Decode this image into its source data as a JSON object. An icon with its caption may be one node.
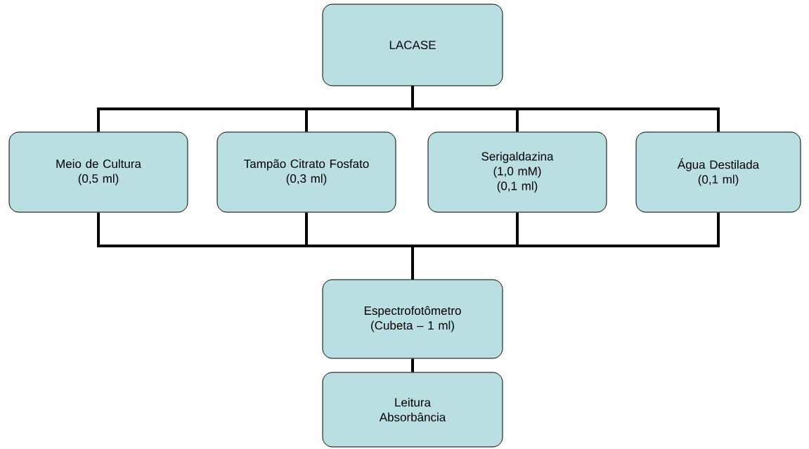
{
  "diagram": {
    "nodes": [
      {
        "text": [
          "LACASE"
        ]
      },
      {
        "text": [
          "Meio de Cultura",
          "(0,5 ml)"
        ]
      },
      {
        "text": [
          "Tampão Citrato Fosfato",
          "(0,3 ml)"
        ]
      },
      {
        "text": [
          "Serigaldazina",
          "(1,0 mM)",
          "(0,1 ml)"
        ]
      },
      {
        "text": [
          "Água Destilada",
          "(0,1 ml)"
        ]
      },
      {
        "text": [
          "Espectrofotômetro",
          "(Cubeta – 1 ml)"
        ]
      },
      {
        "text": [
          "Leitura",
          "Absorbância"
        ]
      }
    ],
    "edges": [
      {
        "from": 0,
        "to": 1,
        "arrow": "none"
      },
      {
        "from": 0,
        "to": 2,
        "arrow": "none"
      },
      {
        "from": 0,
        "to": 3,
        "arrow": "none"
      },
      {
        "from": 0,
        "to": 4,
        "arrow": "none"
      },
      {
        "from": 1,
        "to": 5,
        "arrow": "none"
      },
      {
        "from": 2,
        "to": 5,
        "arrow": "none"
      },
      {
        "from": 3,
        "to": 5,
        "arrow": "none"
      },
      {
        "from": 4,
        "to": 5,
        "arrow": "none"
      },
      {
        "from": 5,
        "to": 6,
        "arrow": "none"
      }
    ]
  }
}
